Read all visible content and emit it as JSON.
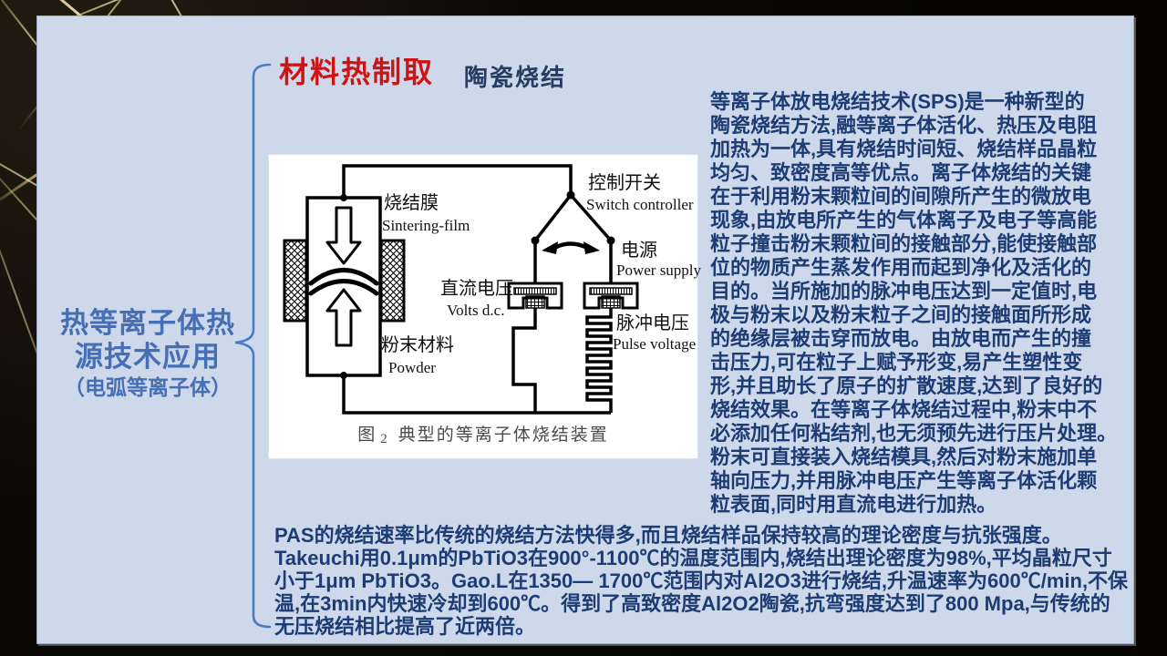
{
  "header": {
    "red_title": "材料热制取",
    "subtitle": "陶瓷烧结"
  },
  "left_panel": {
    "line1": "热等离子体热",
    "line2": "源技术应用",
    "line3": "（电弧等离子体）"
  },
  "figure": {
    "labels": {
      "sintering_film_cn": "烧结膜",
      "sintering_film_en": "Sintering-film",
      "switch_cn": "控制开关",
      "switch_en": "Switch controller",
      "power_cn": "电源",
      "power_en": "Power supply",
      "dc_cn": "直流电压",
      "dc_en": "Volts d.c.",
      "pulse_cn": "脉冲电压",
      "pulse_en": "Pulse voltage",
      "powder_cn": "粉末材料",
      "powder_en": "Powder"
    },
    "caption_fig": "图",
    "caption_num": "2",
    "caption_text": "典型的等离子体烧结装置"
  },
  "right_paragraph": "等离子体放电烧结技术(SPS)是一种新型的\n陶瓷烧结方法,融等离子体活化、热压及电阻\n加热为一体,具有烧结时间短、烧结样品晶粒\n均匀、致密度高等优点。离子体烧结的关键\n在于利用粉末颗粒间的间隙所产生的微放电\n现象,由放电所产生的气体离子及电子等高能\n粒子撞击粉末颗粒间的接触部分,能使接触部\n位的物质产生蒸发作用而起到净化及活化的\n目的。当所施加的脉冲电压达到一定值时,电\n极与粉末以及粉末粒子之间的接触面所形成\n的绝缘层被击穿而放电。由放电而产生的撞\n击压力,可在粒子上赋予形变,易产生塑性变\n形,并且助长了原子的扩散速度,达到了良好的\n烧结效果。在等离子体烧结过程中,粉末中不\n必添加任何粘结剂,也无须预先进行压片处理。\n粉末可直接装入烧结模具,然后对粉末施加单\n轴向压力,并用脉冲电压产生等离子体活化颗\n粒表面,同时用直流电进行加热。",
  "bottom_paragraph": "PAS的烧结速率比传统的烧结方法快得多,而且烧结样品保持较高的理论密度与抗张强度。\nTakeuchi用0.1μm的PbTiO3在900°-1100℃的温度范围内,烧结出理论密度为98%,平均晶粒尺寸\n小于1μm PbTiO3。Gao.L在1350— 1700℃范围内对Al2O3进行烧结,升温速率为600℃/min,不保\n温,在3min内快速冷却到600℃。得到了高致密度Al2O2陶瓷,抗弯强度达到了800 Mpa,与传统的\n无压烧结相比提高了近两倍。",
  "colors": {
    "slide_background": "#cdd8ea",
    "body_text": "#1e3c74",
    "red_title": "#cc1414",
    "subtitle": "#273c62",
    "left_title": "#466fb5",
    "brace": "#4f79c2",
    "diagram_ink": "#000000",
    "backdrop": "#070604",
    "streak": "#e6cf96"
  }
}
